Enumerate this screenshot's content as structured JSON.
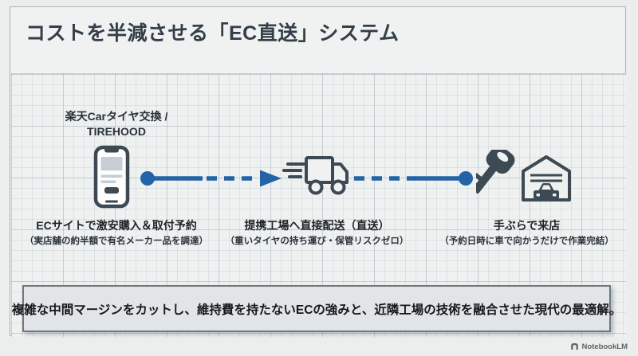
{
  "colors": {
    "accent_blue": "#2563a7",
    "icon_ink": "#3d4953",
    "title_ink": "#333e48",
    "summary_border": "#6f787f",
    "summary_bg": "#e2e5e7",
    "footer_gray": "#5d6468"
  },
  "slide": {
    "title": "コストを半減させる「EC直送」システム",
    "steps": [
      {
        "app_label_line1": "楽天Carタイヤ交換 /",
        "app_label_line2": "TIREHOOD",
        "icon": "smartphone-icon",
        "heading": "ECサイトで激安購入＆取付予約",
        "subheading": "（実店舗の約半額で有名メーカー品を調達）"
      },
      {
        "icon": "delivery-truck-icon",
        "heading": "提携工場へ直接配送（直送）",
        "subheading": "（重いタイヤの持ち運び・保管リスクゼロ）"
      },
      {
        "icons": [
          "car-key-icon",
          "garage-icon"
        ],
        "heading": "手ぶらで来店",
        "subheading": "（予約日時に車で向かうだけで作業完結）"
      }
    ],
    "summary": "複雑な中間マージンをカットし、維持費を持たないECの強みと、近隣工場の技術を融合させた現代の最適解。",
    "footer": {
      "brand": "NotebookLM"
    }
  }
}
